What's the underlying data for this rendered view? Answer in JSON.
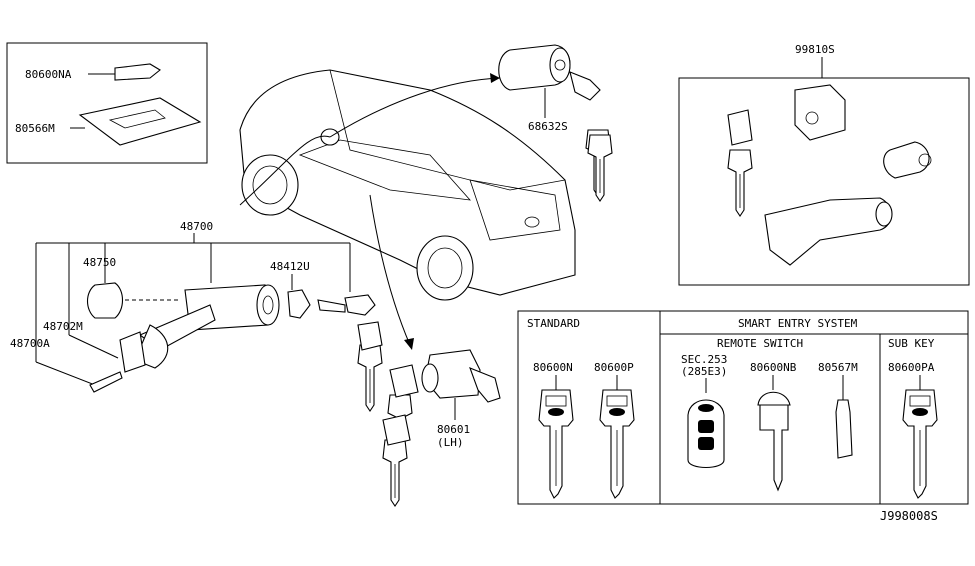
{
  "diagram_id": "J998008S",
  "key_kit_box": {
    "labels": [
      "80600NA",
      "80566M"
    ]
  },
  "ignition_assembly": {
    "main_label": "48700",
    "labels": {
      "switch": "48750",
      "bracket": "48702M",
      "bolt": "48700A",
      "cover": "48412U"
    }
  },
  "door_lock_cylinder": {
    "label": "68632S"
  },
  "lh_door_cylinder": {
    "label": "80601",
    "side": "(LH)"
  },
  "cylinder_set_box": {
    "label": "99810S"
  },
  "key_table": {
    "standard": {
      "heading": "STANDARD",
      "keys": [
        "80600N",
        "80600P"
      ]
    },
    "smart_entry": {
      "heading": "SMART ENTRY SYSTEM",
      "remote_switch": {
        "heading": "REMOTE SWITCH",
        "sec_ref": "SEC.253",
        "sec_sub": "(285E3)",
        "keys": [
          "80600NB",
          "80567M"
        ]
      },
      "sub_key": {
        "heading": "SUB KEY",
        "keys": [
          "80600PA"
        ]
      }
    }
  }
}
